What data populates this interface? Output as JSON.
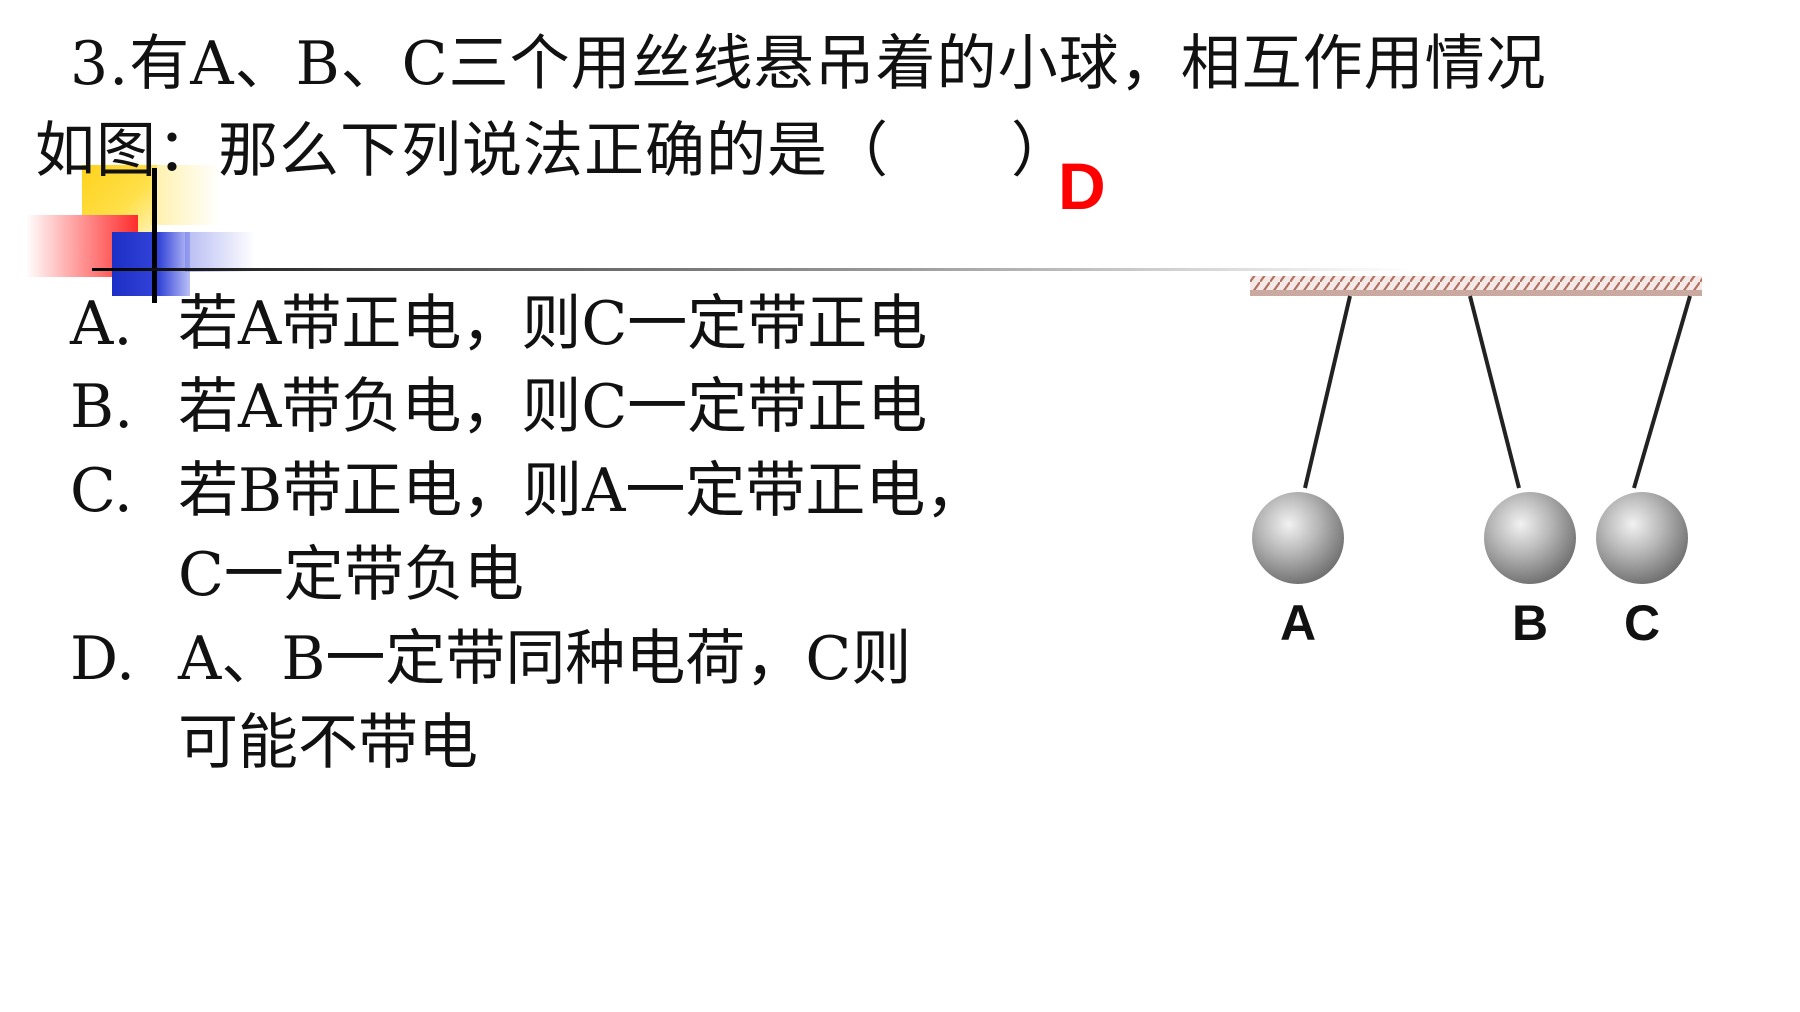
{
  "question": {
    "line1": "3.有A、B、C三个用丝线悬吊着的小球，相互作用情况",
    "line2": "如图：那么下列说法正确的是（　　）",
    "answer": "D"
  },
  "options": [
    {
      "label": "A.",
      "lines": [
        "若A带正电，则C一定带正电"
      ]
    },
    {
      "label": "B.",
      "lines": [
        "若A带负电，则C一定带正电"
      ]
    },
    {
      "label": "C.",
      "lines": [
        "若B带正电，则A一定带正电，",
        "C一定带负电"
      ]
    },
    {
      "label": "D.",
      "lines": [
        "A、B一定带同种电荷，C则",
        "可能不带电"
      ]
    }
  ],
  "figure": {
    "ball_labels": [
      "A",
      "B",
      "C"
    ]
  },
  "colors": {
    "answer": "#ff0000",
    "ball": "#b8b8b8"
  }
}
